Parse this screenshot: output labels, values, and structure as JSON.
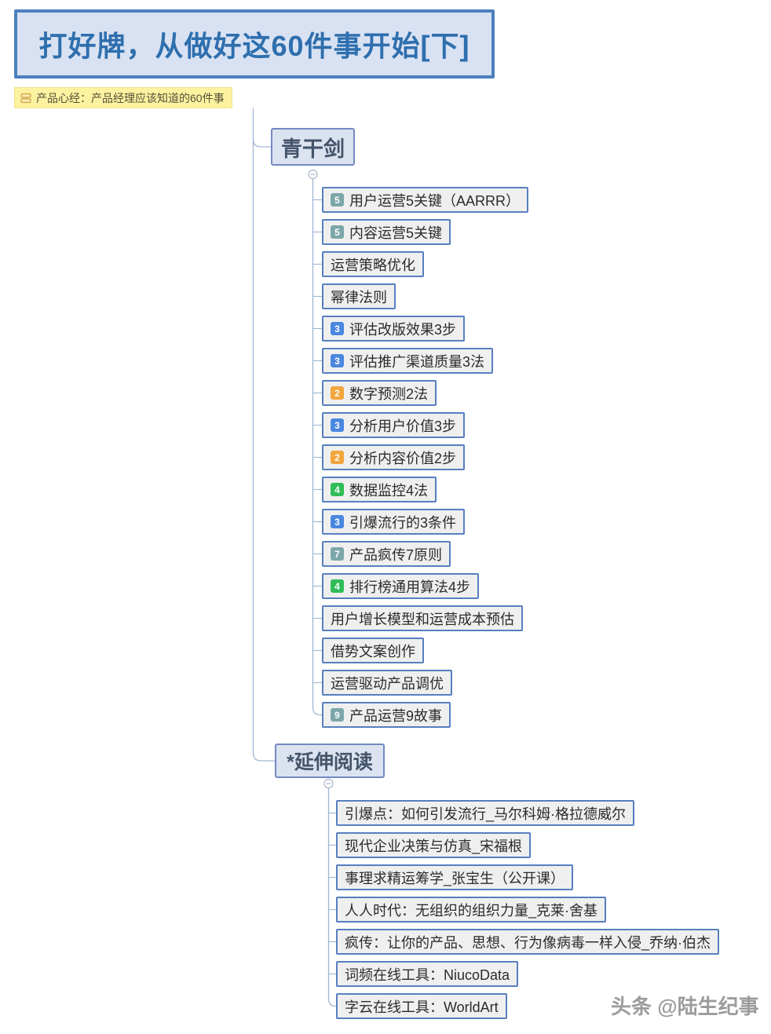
{
  "root": {
    "title": "打好牌，从做好这60件事开始[下]"
  },
  "label": {
    "icon": "notes-icon",
    "text": "产品心经：产品经理应该知道的60件事"
  },
  "badge_colors": {
    "teal": "#7ca7aa",
    "blue": "#4a87e0",
    "orange": "#f2a63c",
    "green": "#2fbd57"
  },
  "branches": [
    {
      "label": "青干剑",
      "children": [
        {
          "badge": "5",
          "badge_color": "teal",
          "text": "用户运营5关键（AARRR）"
        },
        {
          "badge": "5",
          "badge_color": "teal",
          "text": "内容运营5关键"
        },
        {
          "badge": "",
          "badge_color": "",
          "text": "运营策略优化"
        },
        {
          "badge": "",
          "badge_color": "",
          "text": "幂律法则"
        },
        {
          "badge": "3",
          "badge_color": "blue",
          "text": "评估改版效果3步"
        },
        {
          "badge": "3",
          "badge_color": "blue",
          "text": "评估推广渠道质量3法"
        },
        {
          "badge": "2",
          "badge_color": "orange",
          "text": "数字预测2法"
        },
        {
          "badge": "3",
          "badge_color": "blue",
          "text": "分析用户价值3步"
        },
        {
          "badge": "2",
          "badge_color": "orange",
          "text": "分析内容价值2步"
        },
        {
          "badge": "4",
          "badge_color": "green",
          "text": "数据监控4法"
        },
        {
          "badge": "3",
          "badge_color": "blue",
          "text": "引爆流行的3条件"
        },
        {
          "badge": "7",
          "badge_color": "teal",
          "text": "产品疯传7原则"
        },
        {
          "badge": "4",
          "badge_color": "green",
          "text": "排行榜通用算法4步"
        },
        {
          "badge": "",
          "badge_color": "",
          "text": "用户增长模型和运营成本预估"
        },
        {
          "badge": "",
          "badge_color": "",
          "text": "借势文案创作"
        },
        {
          "badge": "",
          "badge_color": "",
          "text": "运营驱动产品调优"
        },
        {
          "badge": "9",
          "badge_color": "teal",
          "text": "产品运营9故事"
        }
      ]
    },
    {
      "label": "*延伸阅读",
      "children": [
        {
          "badge": "",
          "badge_color": "",
          "text": "引爆点：如何引发流行_马尔科姆·格拉德威尔"
        },
        {
          "badge": "",
          "badge_color": "",
          "text": "现代企业决策与仿真_宋福根"
        },
        {
          "badge": "",
          "badge_color": "",
          "text": "事理求精运筹学_张宝生（公开课）"
        },
        {
          "badge": "",
          "badge_color": "",
          "text": "人人时代：无组织的组织力量_克莱·舍基"
        },
        {
          "badge": "",
          "badge_color": "",
          "text": "疯传：让你的产品、思想、行为像病毒一样入侵_乔纳·伯杰"
        },
        {
          "badge": "",
          "badge_color": "",
          "text": "词频在线工具：NiucoData"
        },
        {
          "badge": "",
          "badge_color": "",
          "text": "字云在线工具：WorldArt"
        }
      ]
    }
  ],
  "watermark": "头条 @陆生纪事"
}
